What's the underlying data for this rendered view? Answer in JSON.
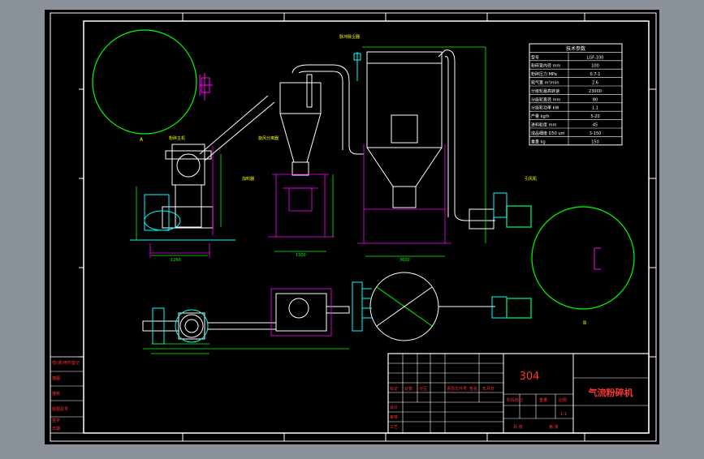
{
  "colors": {
    "frame_bg": "#8a9199",
    "canvas": "#000000",
    "border": "#ffffff",
    "equipment": "#ffffff",
    "structure": "#00ffff",
    "support": "#ff00ff",
    "dimension": "#00ff00",
    "annotation": "#ffff00",
    "title_text": "#ff3333",
    "motor": "#00cc66"
  },
  "spec_table": {
    "title": "技术参数",
    "rows": [
      [
        "型号",
        "LGF-100"
      ],
      [
        "粉碎室内径 mm",
        "100"
      ],
      [
        "粉碎压力 MPa",
        "0.7-1"
      ],
      [
        "耗气量 m³/min",
        "2.6"
      ],
      [
        "分级轮最高转速",
        "23000"
      ],
      [
        "分级轮直径 mm",
        "80"
      ],
      [
        "分级轮功率 kW",
        "1.1"
      ],
      [
        "产量 kg/h",
        "5-20"
      ],
      [
        "进料粒度 mm",
        "45"
      ],
      [
        "成品细度 D50 um",
        "3-150"
      ],
      [
        "重量 kg",
        "150"
      ]
    ]
  },
  "title_block": {
    "material": "304",
    "drawing_name": "气流粉碎机",
    "head_labels": [
      "标记",
      "处数",
      "分区",
      "更改文件号",
      "签名",
      "年月日"
    ],
    "stage_labels": [
      "阶段标记",
      "重量",
      "比例"
    ],
    "scale": "1:1",
    "sheet_labels": [
      "共 张",
      "第 张"
    ],
    "sign_labels": [
      "设计",
      "审核",
      "工艺"
    ]
  },
  "side_stamp": [
    "借(通)用件登记",
    "描图",
    "描校",
    "底图总号",
    "签字",
    "日期"
  ],
  "labels": {
    "cyclone": "旋风分离器",
    "feeder": "加料器",
    "collector": "脉冲除尘器",
    "fan": "引风机",
    "mill": "粉碎主机",
    "detail_a": "A",
    "detail_b": "B",
    "dim_1": "1260",
    "dim_2": "1500",
    "dim_3": "3600"
  }
}
